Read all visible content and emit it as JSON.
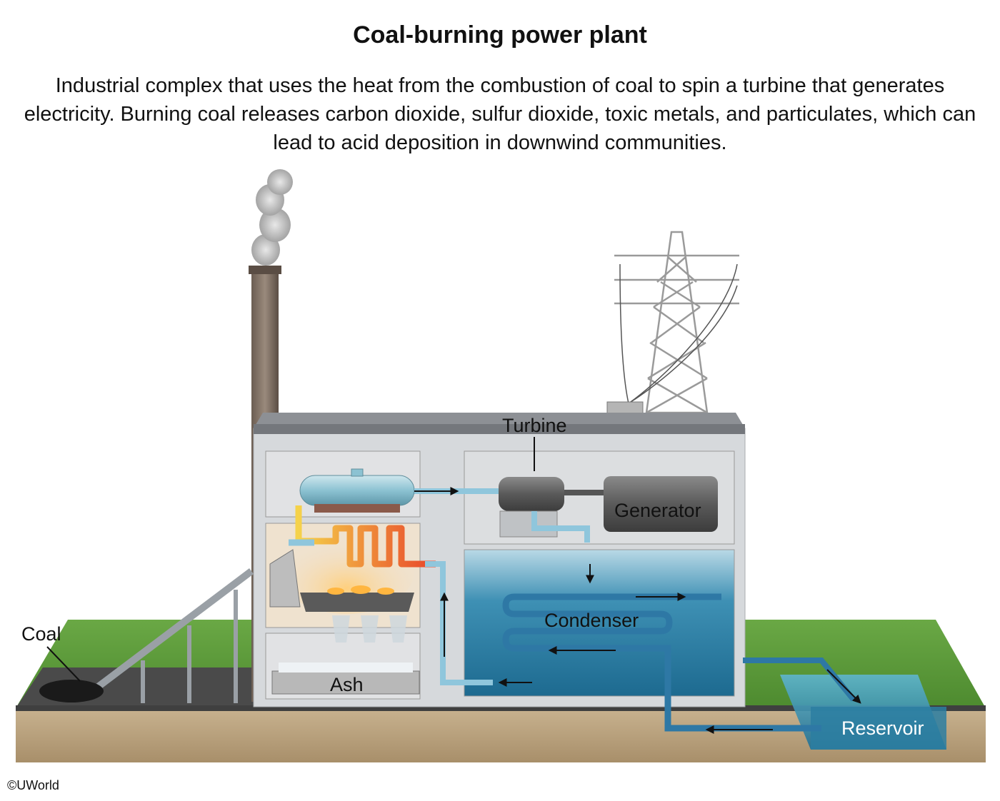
{
  "title": "Coal-burning power plant",
  "description": "Industrial complex that uses the heat from the combustion of coal to spin a turbine that generates electricity. Burning coal releases carbon dioxide, sulfur dioxide, toxic metals, and particulates, which can lead to acid deposition in downwind communities.",
  "labels": {
    "turbine": "Turbine",
    "generator": "Generator",
    "condenser": "Condenser",
    "coal": "Coal",
    "ash": "Ash",
    "reservoir": "Reservoir"
  },
  "credit": "©UWorld",
  "colors": {
    "grass": "#5e9a3a",
    "soil": "#bda684",
    "building": "#c9ccd0",
    "water": "#2f8fb0",
    "pipe_hot": "#e8452a",
    "pipe_cold": "#8fc6dc"
  }
}
